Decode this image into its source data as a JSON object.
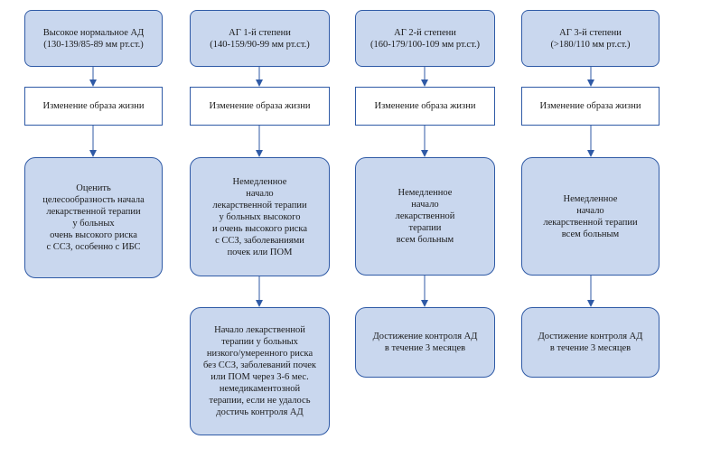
{
  "columns": [
    {
      "header": "Высокое нормальное АД\n(130-139/85-89 мм рт.ст.)",
      "lifestyle": "Изменение образа жизни",
      "recommendations": [
        "Оценить\nцелесообразность начала\nлекарственной терапии\nу больных\nочень высокого риска\nс ССЗ, особенно с ИБС"
      ]
    },
    {
      "header": "АГ 1-й степени\n(140-159/90-99 мм рт.ст.)",
      "lifestyle": "Изменение образа жизни",
      "recommendations": [
        "Немедленное\nначало\nлекарственной терапии\nу больных высокого\nи очень высокого риска\nс ССЗ, заболеваниями\nпочек или ПОМ",
        "Начало лекарственной\nтерапии у больных\nнизкого/умеренного риска\nбез ССЗ, заболеваний почек\nили ПОМ через 3-6 мес.\nнемедикаментозной\nтерапии, если не удалось\nдостичь контроля АД"
      ]
    },
    {
      "header": "АГ 2-й степени\n(160-179/100-109 мм рт.ст.)",
      "lifestyle": "Изменение образа жизни",
      "recommendations": [
        "Немедленное\nначало\nлекарственной\nтерапии\nвсем больным",
        "Достижение контроля АД\nв течение 3 месяцев"
      ]
    },
    {
      "header": "АГ 3-й степени\n(>180/110 мм рт.ст.)",
      "lifestyle": "Изменение образа жизни",
      "recommendations": [
        "Немедленное\nначало\nлекарственной терапии\nвсем больным",
        "Достижение контроля АД\nв течение 3 месяцев"
      ]
    }
  ],
  "colors": {
    "box_fill": "#c9d7ee",
    "border": "#2f5aa6",
    "arrow": "#2f5aa6"
  }
}
